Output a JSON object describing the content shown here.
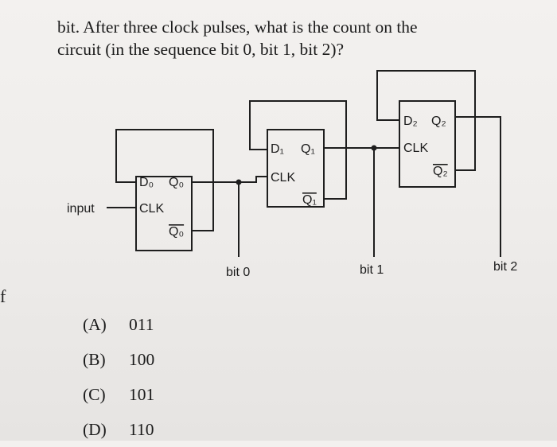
{
  "question": {
    "line1": "bit. After three clock pulses, what is the count on the",
    "line2": "circuit (in the sequence bit 0, bit 1, bit 2)?"
  },
  "margin_fragment": "f",
  "circuit": {
    "input_label": "input",
    "flip_flops": [
      {
        "d": "D₀",
        "q": "Q₀",
        "clk": "CLK",
        "qbar": "Q₀"
      },
      {
        "d": "D₁",
        "q": "Q₁",
        "clk": "CLK",
        "qbar": "Q₁"
      },
      {
        "d": "D₂",
        "q": "Q₂",
        "clk": "CLK",
        "qbar": "Q₂"
      }
    ],
    "bit_labels": [
      "bit 0",
      "bit 1",
      "bit 2"
    ]
  },
  "choices": [
    {
      "letter": "(A)",
      "value": "011"
    },
    {
      "letter": "(B)",
      "value": "100"
    },
    {
      "letter": "(C)",
      "value": "101"
    },
    {
      "letter": "(D)",
      "value": "110"
    }
  ]
}
